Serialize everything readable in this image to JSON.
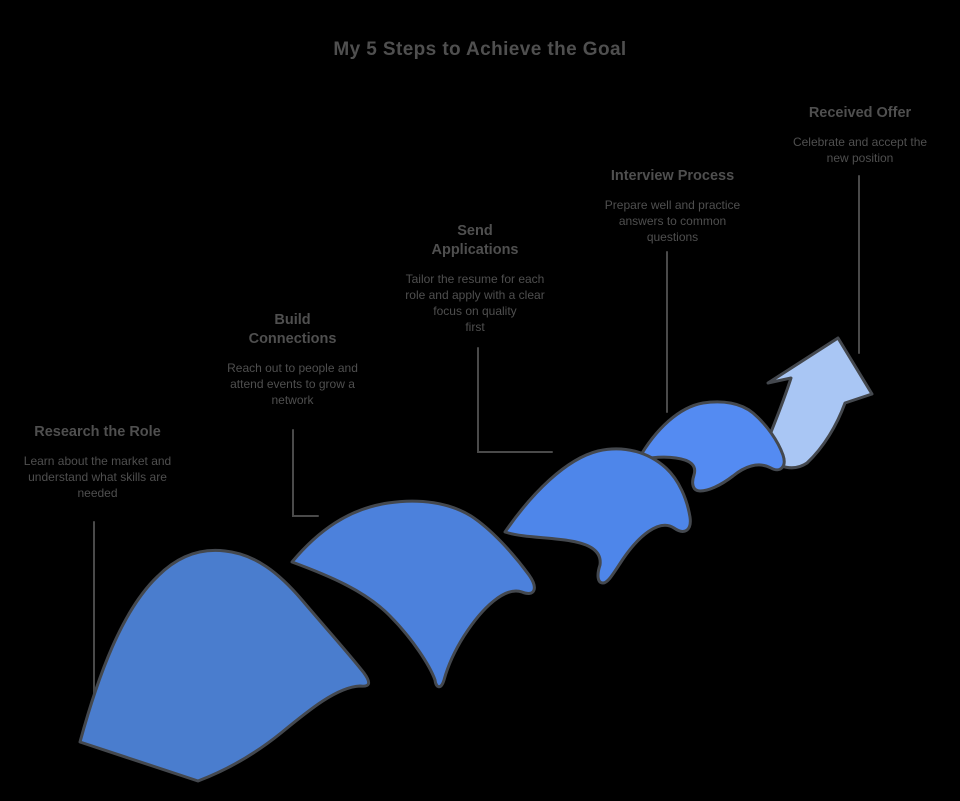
{
  "title": "My 5 Steps to Achieve the Goal",
  "colors": {
    "background": "#000000",
    "text": "#4f4f4f",
    "outline": "#44484e",
    "connector": "#4a4a4a",
    "band1": "#4a7dce",
    "band2": "#4c81dc",
    "band3": "#4e86ea",
    "band4": "#548bf2",
    "arrow": "#a9c6f4"
  },
  "stages": [
    {
      "heading_lines": [
        "Research the Role"
      ],
      "body_lines": [
        "Learn about the market and",
        "understand what skills are",
        "needed"
      ]
    },
    {
      "heading_lines": [
        "Build",
        "Connections"
      ],
      "body_lines": [
        "Reach out to people and",
        "attend events to grow a",
        "network"
      ]
    },
    {
      "heading_lines": [
        "Send",
        "Applications"
      ],
      "body_lines": [
        "Tailor the resume for each",
        "role and apply with a clear",
        "focus on quality",
        "first"
      ]
    },
    {
      "heading_lines": [
        "Interview Process"
      ],
      "body_lines": [
        "Prepare well and practice",
        "answers to common",
        "questions"
      ]
    },
    {
      "heading_lines": [
        "Received Offer"
      ],
      "body_lines": [
        "Celebrate and accept the",
        "new position"
      ]
    }
  ]
}
